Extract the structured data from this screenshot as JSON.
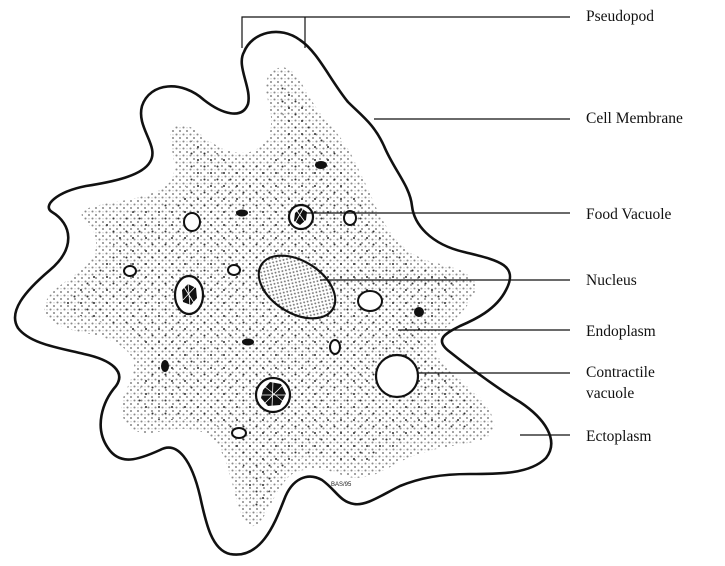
{
  "labels": {
    "pseudopod": "Pseudopod",
    "cell_membrane": "Cell Membrane",
    "food_vacuole": "Food Vacuole",
    "nucleus": "Nucleus",
    "endoplasm": "Endoplasm",
    "contractile_line1": "Contractile",
    "contractile_line2": "vacuole",
    "ectoplasm": "Ectoplasm"
  },
  "credit": "BAS/95",
  "colors": {
    "ink": "#111111",
    "ectoplasm_stipple": "#8a8a8a",
    "endoplasm_dot": "#333333",
    "background": "#ffffff"
  }
}
